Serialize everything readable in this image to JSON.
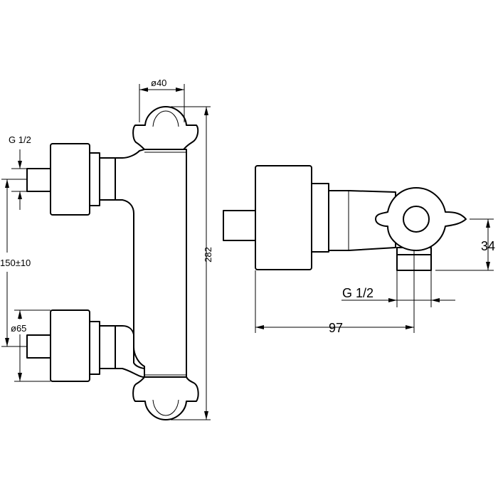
{
  "drawing": {
    "front_view": {
      "top_diameter": "ø40",
      "height": "282",
      "inlet_thread": "G 1/2",
      "center_distance": "150±10",
      "eccentric_diameter": "ø65"
    },
    "side_view": {
      "outlet_height": "34",
      "outlet_thread": "G 1/2",
      "depth": "97"
    }
  }
}
